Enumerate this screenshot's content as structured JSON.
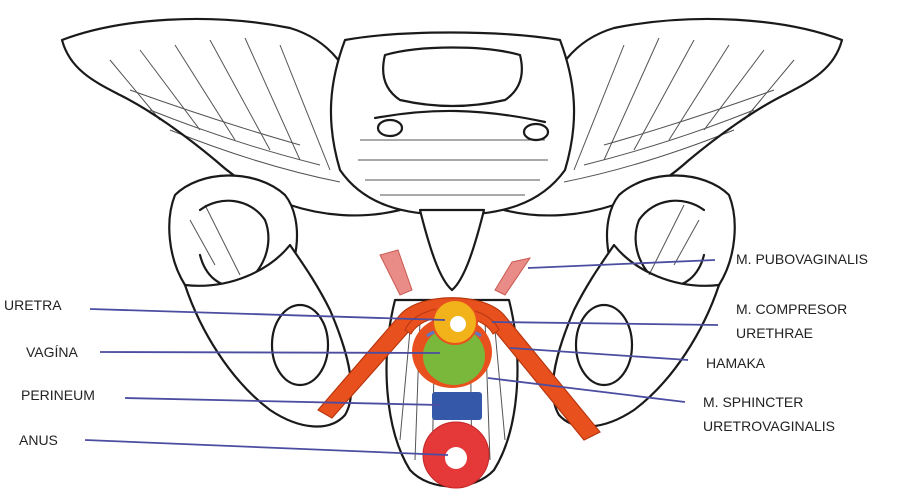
{
  "labels": {
    "uretra": "URETRA",
    "vagina": "VAGÍNA",
    "perineum": "PERINEUM",
    "anus": "ANUS",
    "pubovaginalis": "M. PUBOVAGINALIS",
    "compresor_1": "M. COMPRESOR",
    "compresor_2": "URETHRAE",
    "hamaka": "HAMAKA",
    "sphincter_1": "M. SPHINCTER",
    "sphincter_2": "URETROVAGINALIS"
  },
  "colors": {
    "muscle_orange": "#e8501e",
    "muscle_pink": "#e98b86",
    "urethra_yellow": "#f2b21a",
    "vagina_green": "#7ab83c",
    "perineum_blue": "#3558a8",
    "anus_red": "#e53838",
    "leader_line": "#4b4da0",
    "ink": "#1a1a1a"
  }
}
